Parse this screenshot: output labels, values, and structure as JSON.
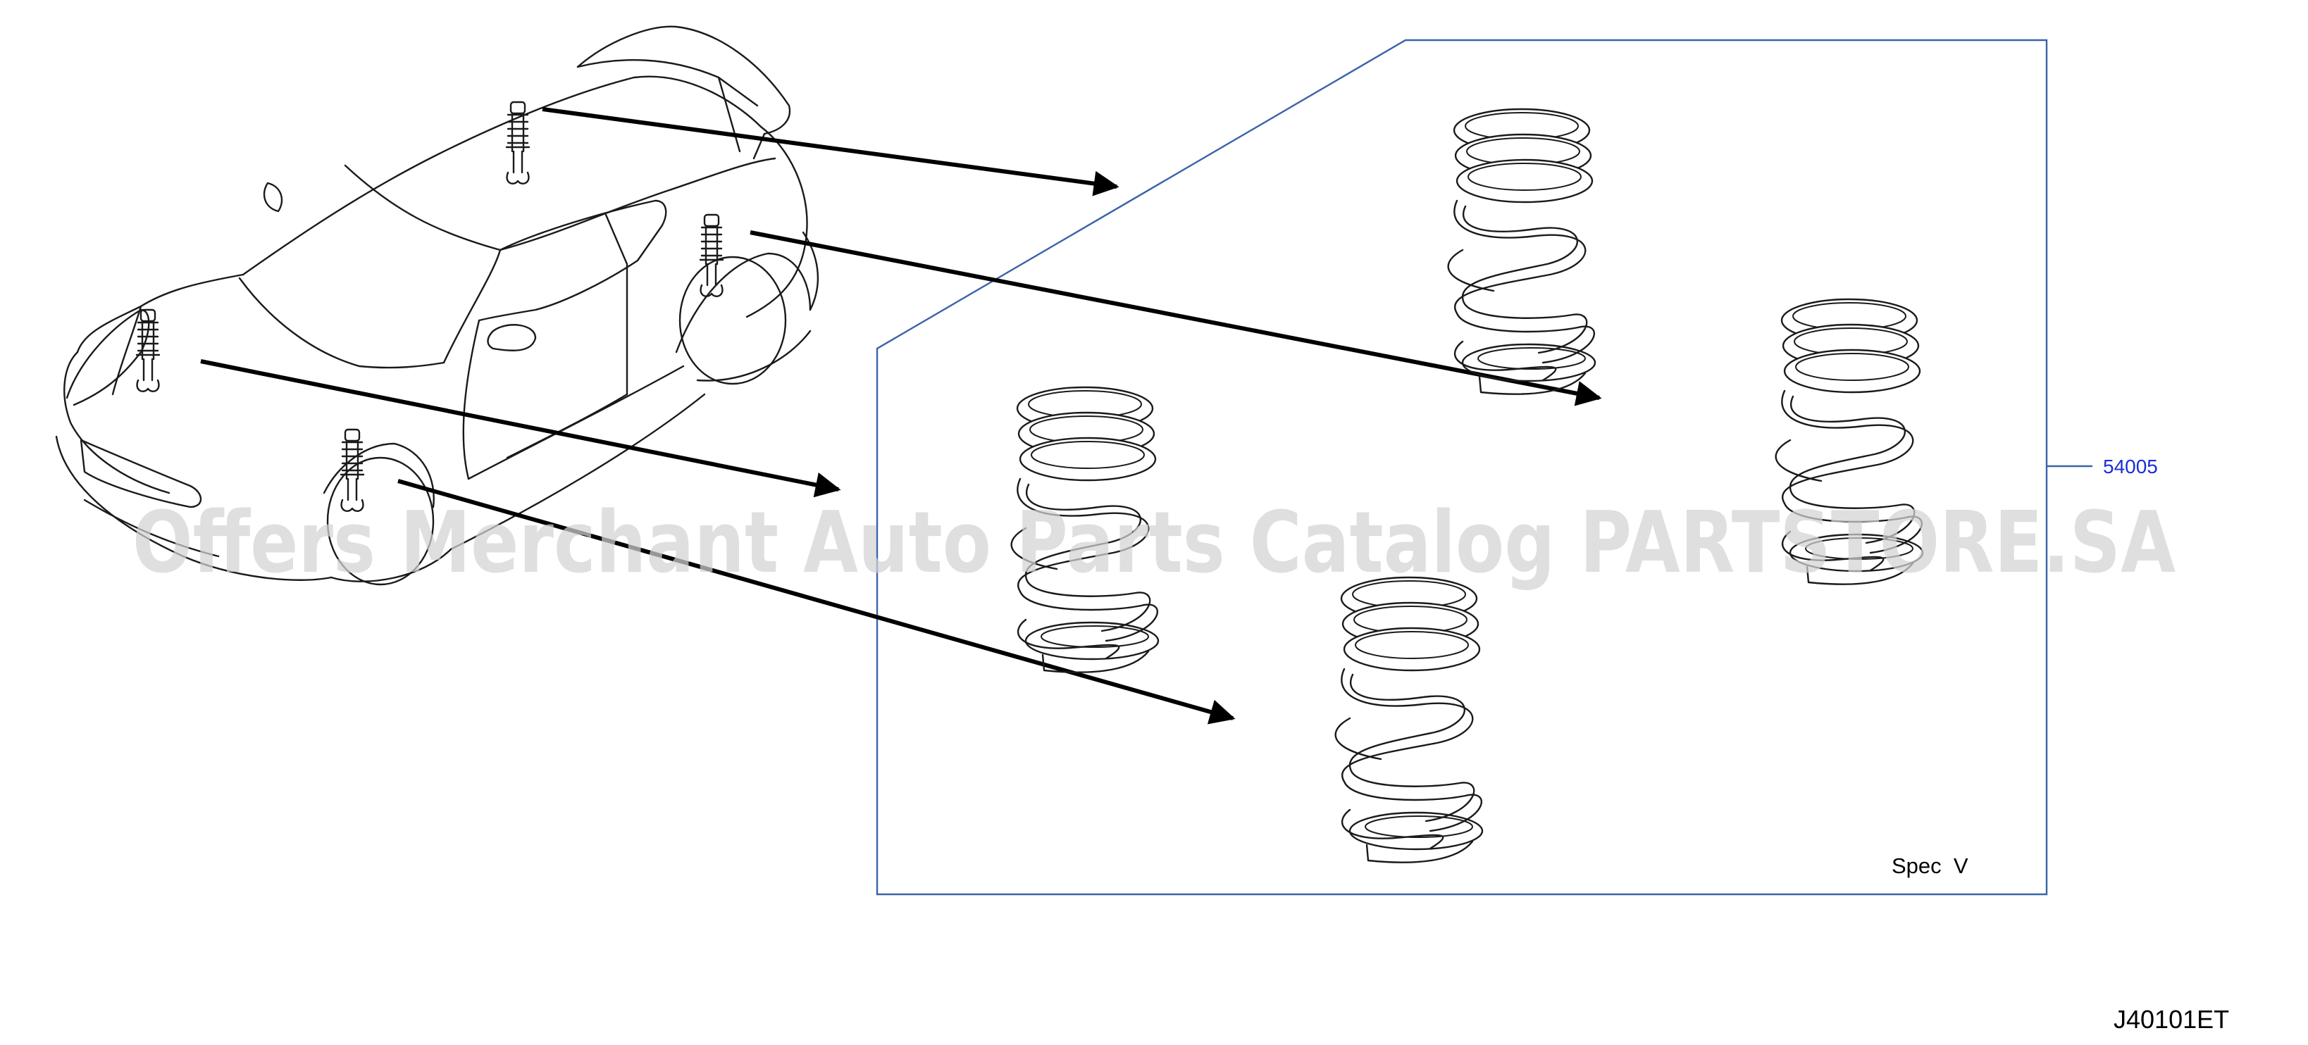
{
  "diagram": {
    "part_number_label": "54005",
    "spec_label": "Spec  V",
    "figure_code": "J40101ET",
    "watermark": "Offers Merchant Auto Parts Catalog PARTSTORE.SA",
    "colors": {
      "callout_frame": "#3a63a8",
      "callout_text": "#1a2fd6",
      "line_art": "#1a1a1a",
      "watermark": "#d3d3d3"
    },
    "icons": [
      "coil-spring-icon",
      "shock-absorber-icon",
      "car-outline-icon"
    ]
  }
}
